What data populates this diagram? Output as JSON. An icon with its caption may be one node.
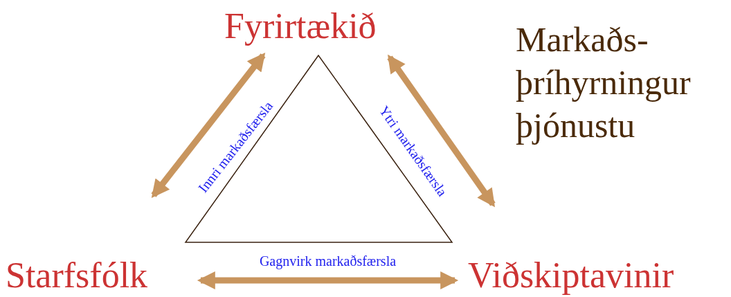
{
  "diagram": {
    "title": "Markaðs- þríhyrningur þjónustu",
    "nodes": [
      {
        "text": [
          "Fyrirtækið"
        ]
      },
      {
        "text": [
          "Starfsfólk"
        ]
      },
      {
        "text": [
          "Viðskiptavinir"
        ]
      }
    ],
    "edges": [
      {
        "from": 0,
        "to": 1,
        "arrow": "both",
        "label": "Innri markaðsfærsla"
      },
      {
        "from": 0,
        "to": 2,
        "arrow": "both",
        "label": "Ytri markaðsfærsla"
      },
      {
        "from": 1,
        "to": 2,
        "arrow": "both",
        "label": "Gagnvirk markaðsfærsla"
      }
    ]
  }
}
